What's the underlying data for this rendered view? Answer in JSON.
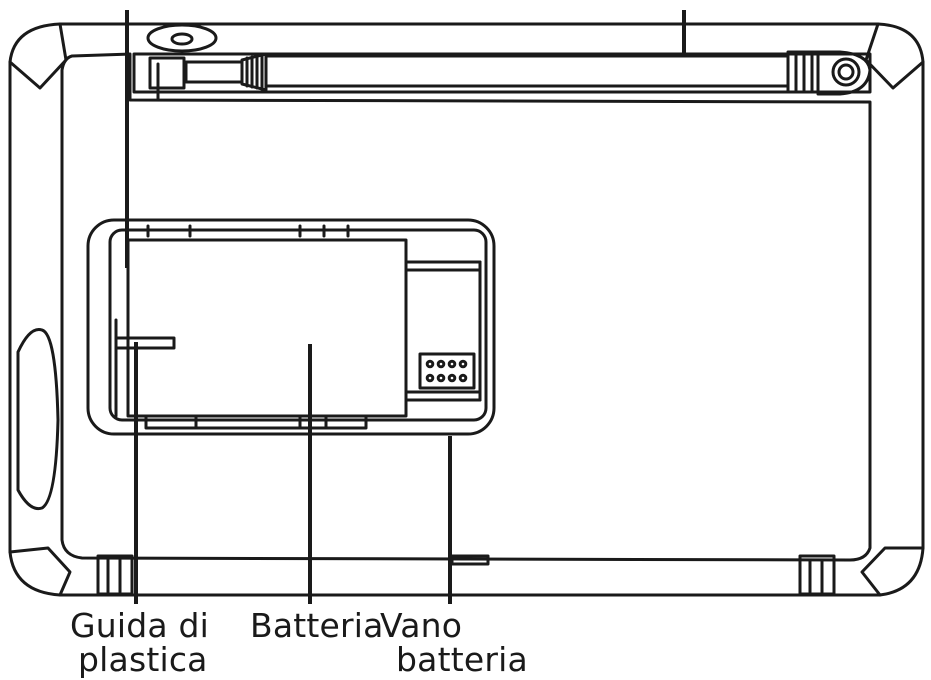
{
  "diagram": {
    "labels": {
      "plastic_guide_line1": "Guida di",
      "plastic_guide_line2": "plastica",
      "battery": "Batteria",
      "compartment_line1": "Vano",
      "compartment_line2": "batteria"
    },
    "colors": {
      "stroke": "#1a1a1a",
      "background": "#ffffff"
    }
  }
}
